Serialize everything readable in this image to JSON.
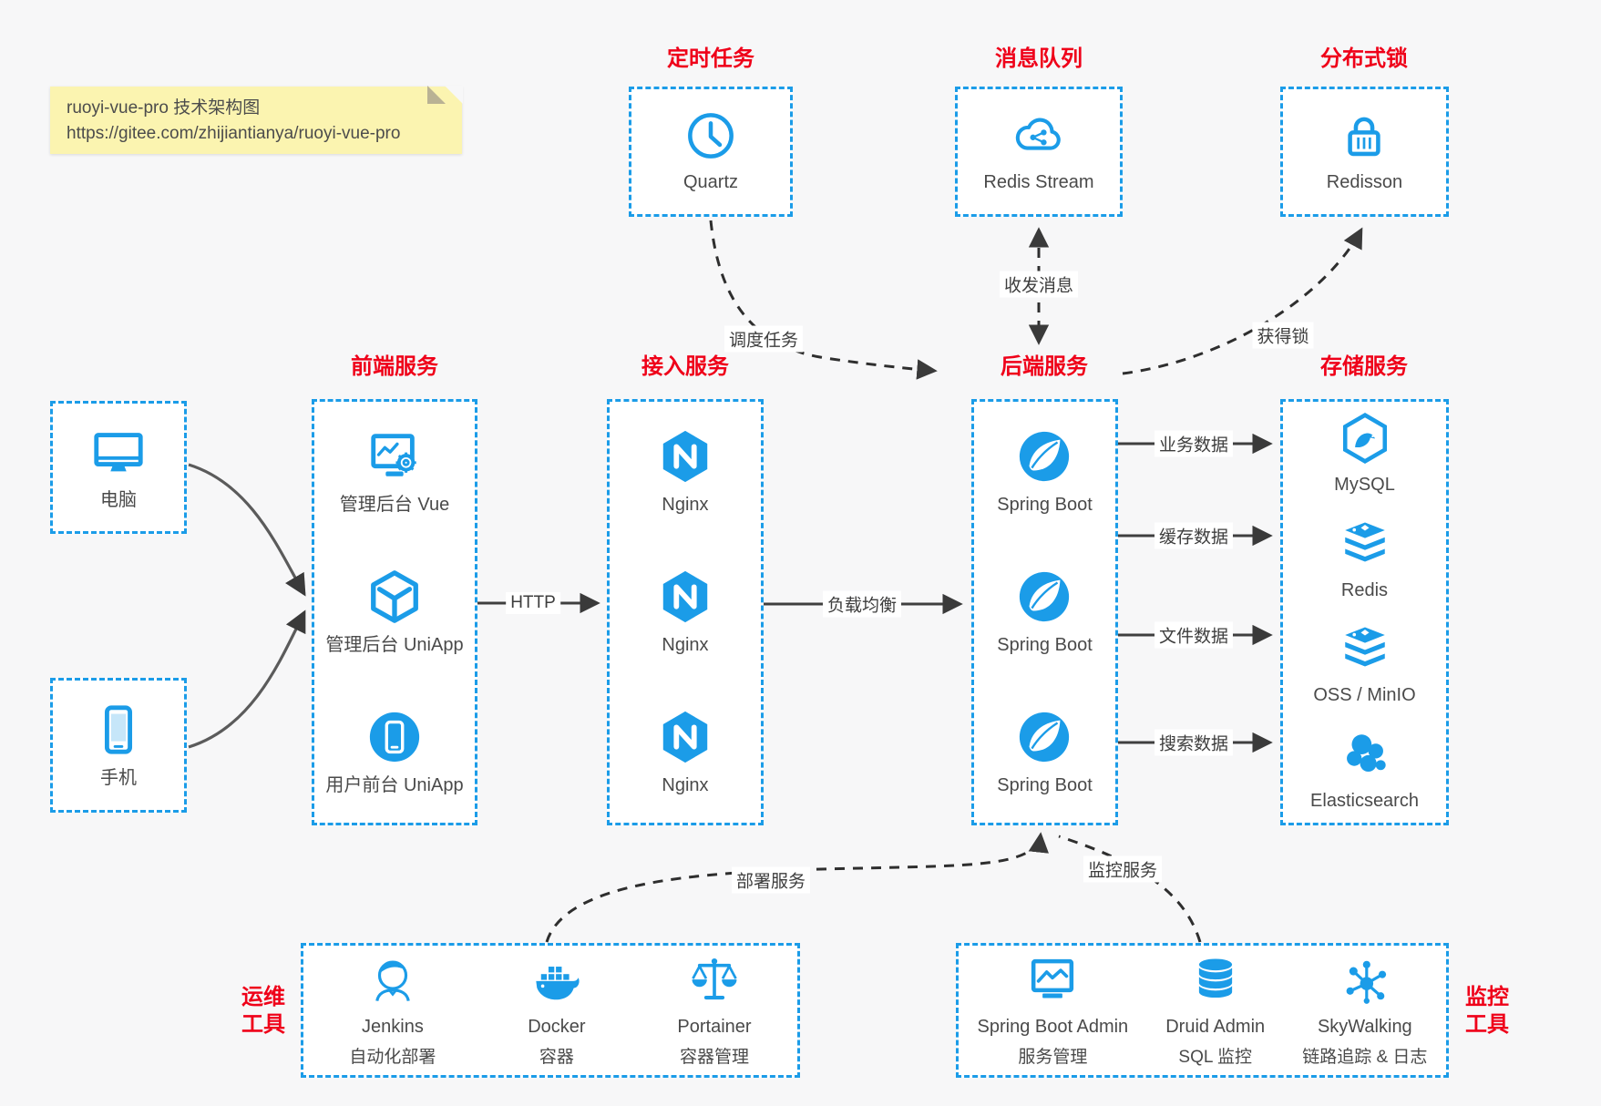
{
  "note": {
    "line1": "ruoyi-vue-pro 技术架构图",
    "line2": "https://gitee.com/zhijiantianya/ruoyi-vue-pro"
  },
  "palette": {
    "accent_blue": "#1b9ce8",
    "title_red": "#ef0019",
    "note_yellow": "#fbf4b0",
    "arrow_dark": "#3f3f3f",
    "background": "#f7f7f8"
  },
  "top_groups": [
    {
      "title": "定时任务",
      "items": [
        {
          "icon": "clock-icon",
          "label": "Quartz"
        }
      ]
    },
    {
      "title": "消息队列",
      "items": [
        {
          "icon": "redis-stream-cloud-icon",
          "label": "Redis Stream"
        }
      ]
    },
    {
      "title": "分布式锁",
      "items": [
        {
          "icon": "lock-icon",
          "label": "Redisson"
        }
      ]
    }
  ],
  "client_nodes": [
    {
      "icon": "desktop-icon",
      "label": "电脑"
    },
    {
      "icon": "smartphone-icon",
      "label": "手机"
    }
  ],
  "service_columns": [
    {
      "title": "前端服务",
      "items": [
        {
          "icon": "admin-vue-icon",
          "label": "管理后台 Vue"
        },
        {
          "icon": "uniapp-cube-icon",
          "label": "管理后台 UniApp"
        },
        {
          "icon": "user-uniapp-icon",
          "label": "用户前台 UniApp"
        }
      ]
    },
    {
      "title": "接入服务",
      "items": [
        {
          "icon": "nginx-icon",
          "label": "Nginx"
        },
        {
          "icon": "nginx-icon",
          "label": "Nginx"
        },
        {
          "icon": "nginx-icon",
          "label": "Nginx"
        }
      ]
    },
    {
      "title": "后端服务",
      "items": [
        {
          "icon": "spring-boot-icon",
          "label": "Spring Boot"
        },
        {
          "icon": "spring-boot-icon",
          "label": "Spring Boot"
        },
        {
          "icon": "spring-boot-icon",
          "label": "Spring Boot"
        }
      ]
    },
    {
      "title": "存储服务",
      "items": [
        {
          "icon": "mysql-icon",
          "label": "MySQL"
        },
        {
          "icon": "redis-icon",
          "label": "Redis"
        },
        {
          "icon": "oss-minio-icon",
          "label": "OSS / MinIO"
        },
        {
          "icon": "elasticsearch-icon",
          "label": "Elasticsearch"
        }
      ]
    }
  ],
  "tool_groups": [
    {
      "title": "运维\n工具",
      "items": [
        {
          "icon": "jenkins-icon",
          "label": "Jenkins",
          "sublabel": "自动化部署"
        },
        {
          "icon": "docker-icon",
          "label": "Docker",
          "sublabel": "容器"
        },
        {
          "icon": "portainer-icon",
          "label": "Portainer",
          "sublabel": "容器管理"
        }
      ]
    },
    {
      "title": "监控\n工具",
      "items": [
        {
          "icon": "spring-boot-admin-icon",
          "label": "Spring Boot Admin",
          "sublabel": "服务管理"
        },
        {
          "icon": "druid-icon",
          "label": "Druid Admin",
          "sublabel": "SQL 监控"
        },
        {
          "icon": "skywalking-icon",
          "label": "SkyWalking",
          "sublabel": "链路追踪 & 日志"
        }
      ]
    }
  ],
  "edge_labels": {
    "http": "HTTP",
    "load_balance": "负载均衡",
    "biz_data": "业务数据",
    "cache_data": "缓存数据",
    "file_data": "文件数据",
    "search_data": "搜索数据",
    "schedule": "调度任务",
    "message": "收发消息",
    "get_lock": "获得锁",
    "deploy": "部署服务",
    "monitor": "监控服务"
  }
}
